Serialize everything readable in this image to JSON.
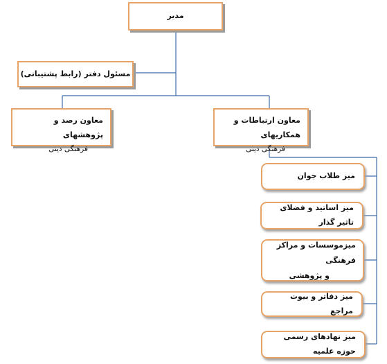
{
  "diagram": {
    "director": "مدیر",
    "office_manager": "مسئول دفتر (رابط پشتیبانی)",
    "deputy_research": {
      "line1": "معاون رصد و پژوهشهای",
      "line2": "فرهنگی دینی"
    },
    "deputy_relations": {
      "line1": "معاون ارتباطات و همکاریهای",
      "line2": "فرهنگی دینی"
    },
    "desks": [
      {
        "line1": "میز طلاب جوان",
        "line2": ""
      },
      {
        "line1": "میز اساتید و فضلای تاثیر گذار",
        "line2": ""
      },
      {
        "line1": "میزموسسات و مراکز فرهنگی",
        "line2": "و پژوهشی"
      },
      {
        "line1": "میز دفاتر و بیوت مراجع",
        "line2": ""
      },
      {
        "line1": "میز نهادهای رسمی حوزه علمیه",
        "line2": ""
      }
    ],
    "colors": {
      "box_border": "#e6a468",
      "connector": "#3f6aa8",
      "shadow": "#9a9a9a"
    }
  }
}
